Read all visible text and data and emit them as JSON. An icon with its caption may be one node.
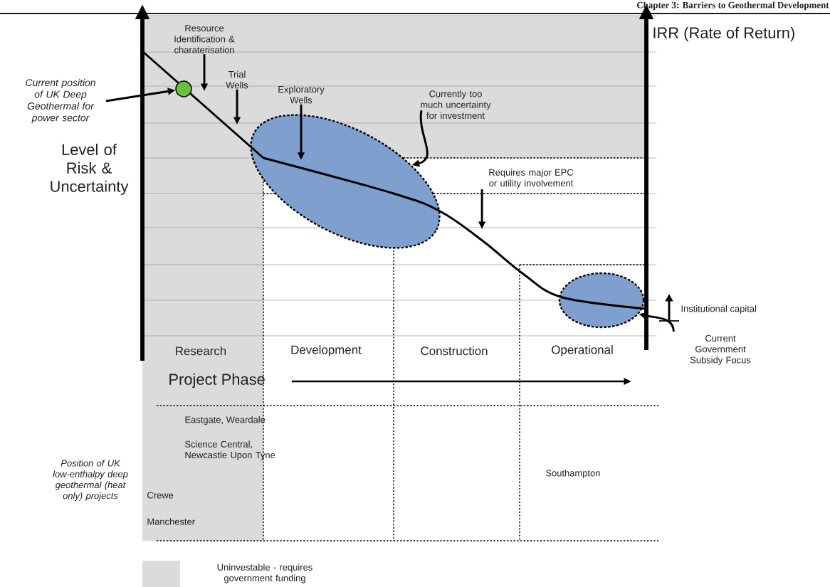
{
  "diagram": {
    "nodes": [
      {
        "text": [
          "Current position of UK Deep Geothermal for power sector"
        ]
      },
      {
        "text": [],
        "shape": "circle"
      },
      {
        "text": [
          "Resource Identification & charaterisation"
        ]
      },
      {
        "text": [
          "Trial Wells"
        ]
      },
      {
        "text": [
          "Exploratory Wells"
        ]
      },
      {
        "text": [
          "Currently too much uncertainty for investment"
        ]
      },
      {
        "text": [],
        "shape": "ellipse"
      },
      {
        "text": [
          "Requires major EPC or utility involvement"
        ]
      },
      {
        "text": [],
        "shape": "ellipse"
      },
      {
        "text": [
          "Current Government Subsidy Focus"
        ]
      }
    ],
    "edges": [
      {
        "from": 0,
        "to": 1,
        "arrow": "to"
      },
      {
        "from": 2,
        "to": null,
        "arrow": "to"
      },
      {
        "from": 3,
        "to": null,
        "arrow": "to"
      },
      {
        "from": 4,
        "to": 6,
        "arrow": "to"
      },
      {
        "from": 5,
        "to": 6,
        "arrow": "to"
      },
      {
        "from": 7,
        "to": null,
        "arrow": "to"
      },
      {
        "from": 9,
        "to": 8,
        "arrow": "to"
      }
    ],
    "labels": [
      "Chapter 3: Barriers to Geothermal Development",
      "IRR (Rate of Return)",
      "Level of Risk & Uncertainty",
      "Institutional capital",
      "Research",
      "Development",
      "Construction",
      "Operational",
      "Project Phase",
      "Eastgate, Weardale",
      "Science Central, Newcastle Upon Tyne",
      "Position of UK low-enthalpy deep geothermal (heat only) projects",
      "Southampton",
      "Crewe",
      "Manchester"
    ],
    "legend": [
      {
        "text": "Uninvestable - requires government funding",
        "color": "#dcdbdc"
      }
    ]
  }
}
